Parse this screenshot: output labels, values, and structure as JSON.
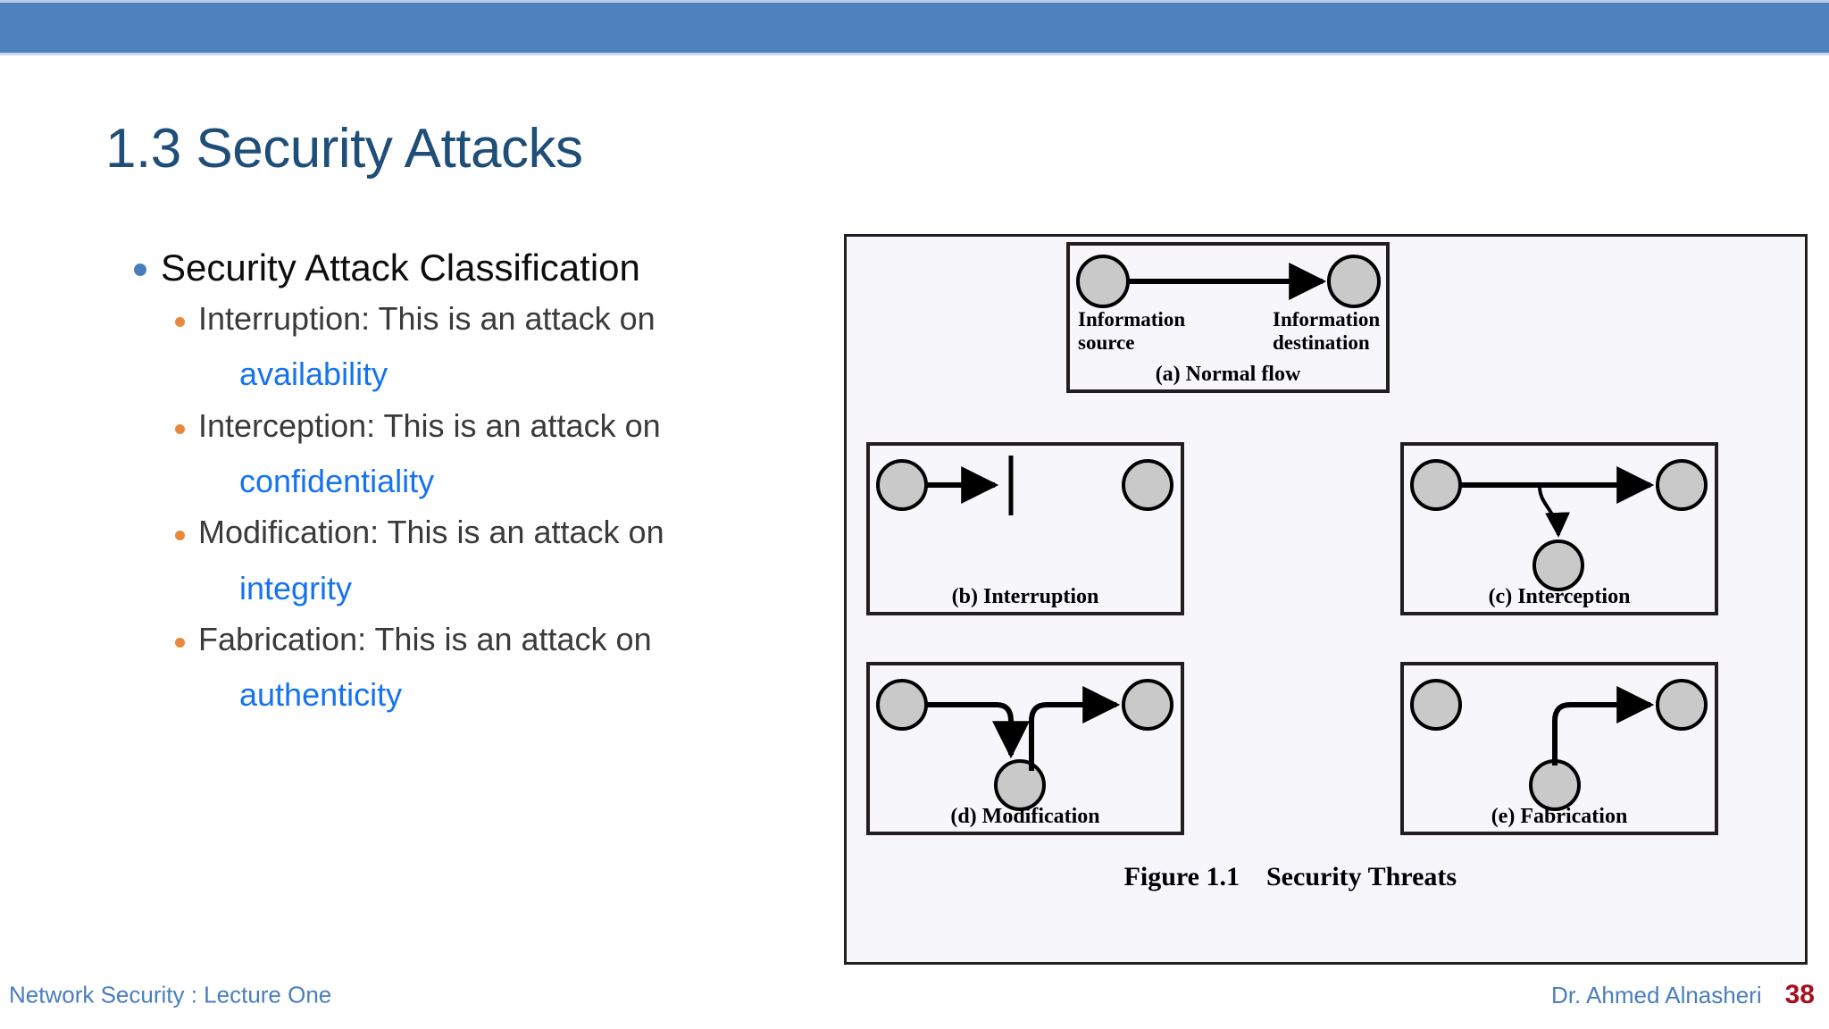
{
  "slide": {
    "title": "1.3 Security Attacks",
    "accent_band_color": "#4E81BD",
    "title_color": "#1F4E79"
  },
  "body": {
    "level1": {
      "text": "Security Attack Classification",
      "bullet_color": "#4A7EBB"
    },
    "bullet_color_level2": "#E8893C",
    "keyword_color": "#1673F0",
    "items": [
      {
        "text": "Interruption: This is an attack on",
        "keyword": "availability"
      },
      {
        "text": "Interception: This is an attack on",
        "keyword": "confidentiality"
      },
      {
        "text": "Modification: This is an attack on",
        "keyword": "integrity"
      },
      {
        "text": "Fabrication: This is an attack on",
        "keyword": "authenticity"
      }
    ]
  },
  "figure": {
    "caption_number": "Figure 1.1",
    "caption_title": "Security Threats",
    "node_fill": "#C9C9C9",
    "node_stroke": "#000000",
    "background": "#F7F6FA",
    "panels": [
      {
        "id": "a",
        "label": "(a) Normal flow",
        "source_label": "Information\nsource",
        "destination_label": "Information\ndestination",
        "node_count": 2
      },
      {
        "id": "b",
        "label": "(b) Interruption",
        "node_count": 2
      },
      {
        "id": "c",
        "label": "(c) Interception",
        "node_count": 3
      },
      {
        "id": "d",
        "label": "(d) Modification",
        "node_count": 3
      },
      {
        "id": "e",
        "label": "(e) Fabrication",
        "node_count": 3
      }
    ],
    "panel_a_source_line1": "Information",
    "panel_a_source_line2": "source",
    "panel_a_dest_line1": "Information",
    "panel_a_dest_line2": "destination"
  },
  "footer": {
    "left": "Network Security : Lecture One",
    "author": "Dr. Ahmed Alnasheri",
    "page_number": "38",
    "left_color": "#4A7EBB",
    "page_number_color": "#A50F1E"
  }
}
